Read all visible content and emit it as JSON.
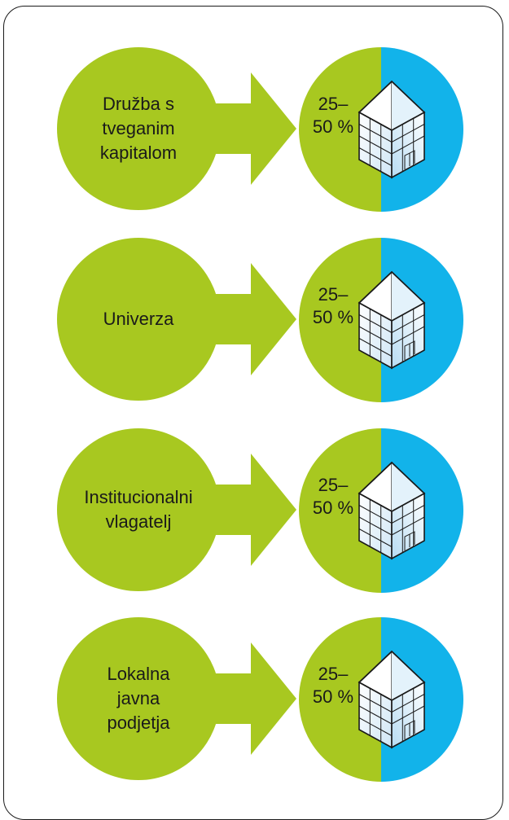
{
  "rows": [
    {
      "entity": "Družba s\ntveganim\nkapitalom",
      "share": "25–\n50 %"
    },
    {
      "entity": "Univerza",
      "share": "25–\n50 %"
    },
    {
      "entity": "Institucionalni\nvlagatelj",
      "share": "25–\n50 %"
    },
    {
      "entity": "Lokalna\njavna\npodjetja",
      "share": "25–\n50 %"
    }
  ],
  "colors": {
    "green": "#a8c820",
    "blue": "#12b3ea",
    "outline": "#1a1a1a"
  },
  "icons": [
    "right-arrow-icon",
    "building-icon"
  ]
}
